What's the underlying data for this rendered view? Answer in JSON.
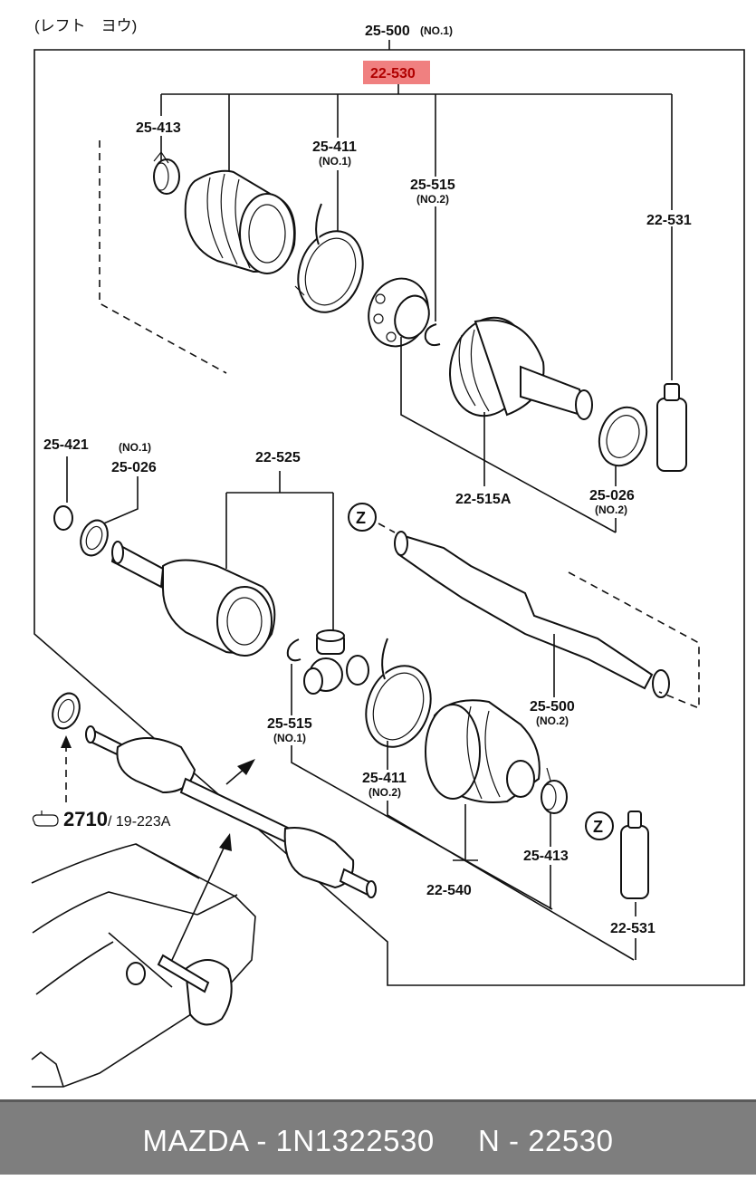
{
  "header": {
    "side_label": "(レフト　ヨウ)",
    "assembly_number": "25-500",
    "assembly_sub": "(NO.1)",
    "highlighted_part": "22-530",
    "highlight_color": "#f08080"
  },
  "callouts": {
    "p25_413_top": "25-413",
    "p25_411_top": "25-411",
    "p25_411_top_sub": "(NO.1)",
    "p25_515_top": "25-515",
    "p25_515_top_sub": "(NO.2)",
    "p22_531_top": "22-531",
    "p25_421": "25-421",
    "p25_026_left_sub": "(NO.1)",
    "p25_026_left": "25-026",
    "p22_525": "22-525",
    "p22_515a": "22-515A",
    "p25_026_right": "25-026",
    "p25_026_right_sub": "(NO.2)",
    "z_marker_1": "Z",
    "p25_500_shaft": "25-500",
    "p25_500_shaft_sub": "(NO.2)",
    "p25_515_bottom": "25-515",
    "p25_515_bottom_sub": "(NO.1)",
    "p25_411_bottom": "25-411",
    "p25_411_bottom_sub": "(NO.2)",
    "p25_413_bottom": "25-413",
    "z_marker_2": "Z",
    "p22_540": "22-540",
    "p22_531_bottom": "22-531"
  },
  "reference": {
    "pointer_icon": "hand-pointer-icon",
    "number": "2710",
    "slash_ref": "/ 19-223A"
  },
  "footer": {
    "text": "MAZDA - 1N1322530     N - 22530",
    "background": "#7e7e7e"
  }
}
